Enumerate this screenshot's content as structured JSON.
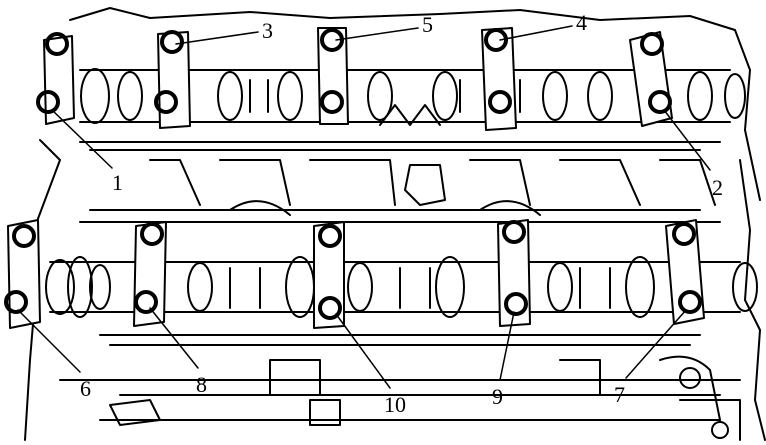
{
  "diagram": {
    "callouts": [
      {
        "key": "c1",
        "text": "1"
      },
      {
        "key": "c2",
        "text": "2"
      },
      {
        "key": "c3",
        "text": "3"
      },
      {
        "key": "c4",
        "text": "4"
      },
      {
        "key": "c5",
        "text": "5"
      },
      {
        "key": "c6",
        "text": "6"
      },
      {
        "key": "c7",
        "text": "7"
      },
      {
        "key": "c8",
        "text": "8"
      },
      {
        "key": "c9",
        "text": "9"
      },
      {
        "key": "c10",
        "text": "10"
      }
    ],
    "colors": {
      "ink": "#000000",
      "paper": "#ffffff"
    }
  }
}
